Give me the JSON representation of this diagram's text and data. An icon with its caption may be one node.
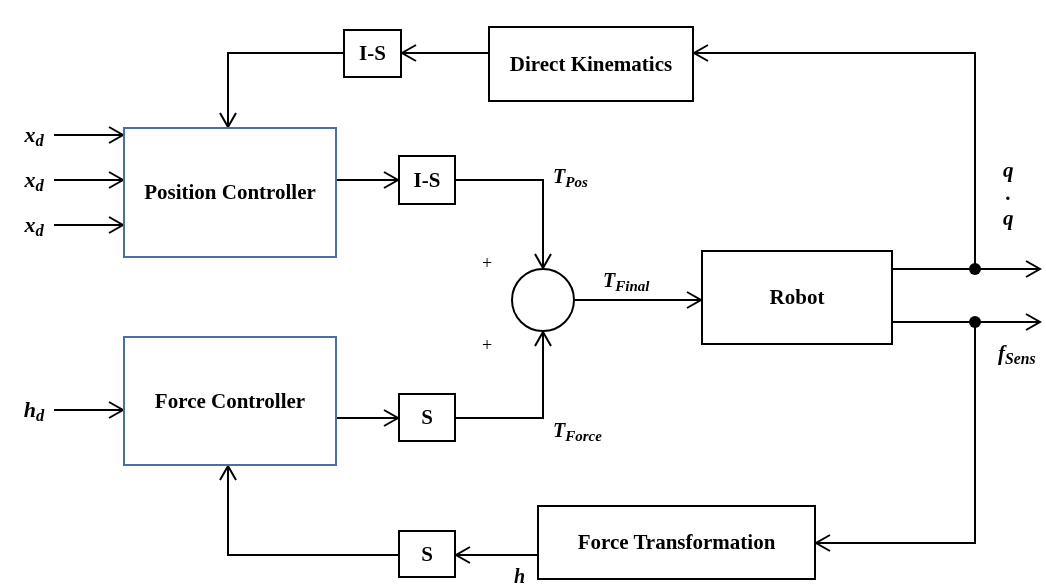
{
  "diagram": {
    "nodes": [
      {
        "text": [
          "Position Controller"
        ]
      },
      {
        "text": [
          "Force Controller"
        ]
      },
      {
        "text": [
          "I-S"
        ]
      },
      {
        "text": [
          "Direct Kinematics"
        ]
      },
      {
        "text": [
          "I-S"
        ]
      },
      {
        "text": [],
        "shape": "circle"
      },
      {
        "text": [
          "Robot"
        ]
      },
      {
        "text": [
          "S"
        ]
      },
      {
        "text": [
          "Force Transformation"
        ]
      },
      {
        "text": [
          "S"
        ]
      },
      {
        "text": [
          "x$_{d}$"
        ]
      },
      {
        "text": [
          "x$_{d}$"
        ]
      },
      {
        "text": [
          "x$_{d}$"
        ]
      },
      {
        "text": [
          "h$_{d}$"
        ]
      }
    ],
    "edges": [
      {
        "from": 3,
        "to": 2,
        "arrow": "to"
      },
      {
        "from": 2,
        "to": 0,
        "arrow": "to"
      },
      {
        "from": 0,
        "to": 4,
        "arrow": "to"
      },
      {
        "from": 4,
        "to": 5,
        "arrow": "to",
        "label": "T$_{Pos}$"
      },
      {
        "from": 1,
        "to": 7,
        "arrow": "to"
      },
      {
        "from": 7,
        "to": 5,
        "arrow": "to",
        "label": "T$_{Force}$"
      },
      {
        "from": 5,
        "to": 6,
        "arrow": "to",
        "label": "T$_{Final}$"
      },
      {
        "from": 6,
        "to": null,
        "arrow": "to"
      },
      {
        "from": 6,
        "to": 3,
        "arrow": "to"
      },
      {
        "from": 6,
        "to": null,
        "arrow": "to"
      },
      {
        "from": 6,
        "to": 8,
        "arrow": "to"
      },
      {
        "from": 8,
        "to": 9,
        "arrow": "to",
        "label": "h"
      },
      {
        "from": 9,
        "to": 1,
        "arrow": "to"
      },
      {
        "from": 10,
        "to": 0,
        "arrow": "to"
      },
      {
        "from": 11,
        "to": 0,
        "arrow": "to"
      },
      {
        "from": 12,
        "to": 0,
        "arrow": "to"
      },
      {
        "from": 13,
        "to": 1,
        "arrow": "to"
      }
    ],
    "labels": [
      "+",
      "+",
      "q",
      ".",
      "q",
      "f$_{Sens}$"
    ]
  }
}
